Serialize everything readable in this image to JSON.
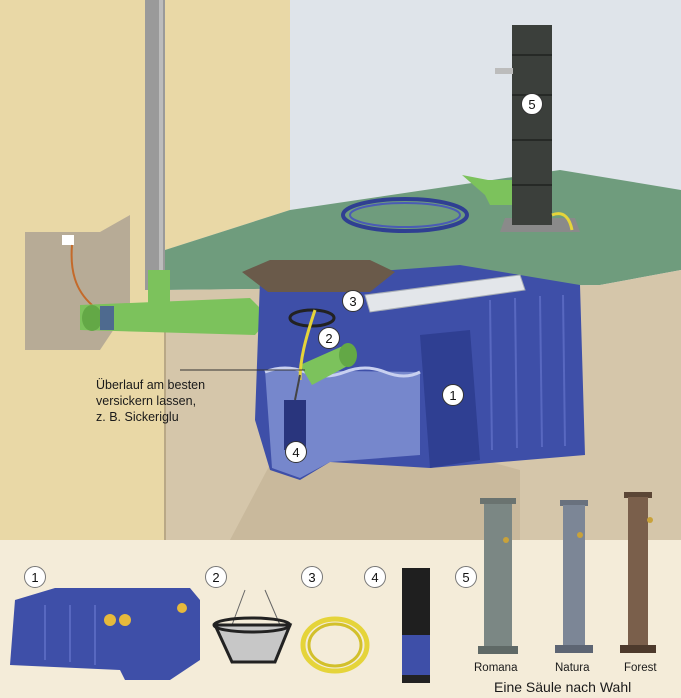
{
  "overflow_note": {
    "line1": "Überlauf am besten",
    "line2": "versickern lassen,",
    "line3": "z. B. Sickeriglu"
  },
  "markers": {
    "m1": "1",
    "m2": "2",
    "m3": "3",
    "m4": "4",
    "m5": "5"
  },
  "products": {
    "romana": "Romana",
    "natura": "Natura",
    "forest": "Forest",
    "caption": "Eine Säule nach Wahl"
  },
  "colors": {
    "wall": "#e9d8a6",
    "ground": "#cfc0a5",
    "lawn": "#6f9c7d",
    "tank": "#3e4fa8",
    "pipe_green": "#7cc25c",
    "pipe_grey": "#9a9a9a",
    "strip": "#f4ecd9"
  }
}
